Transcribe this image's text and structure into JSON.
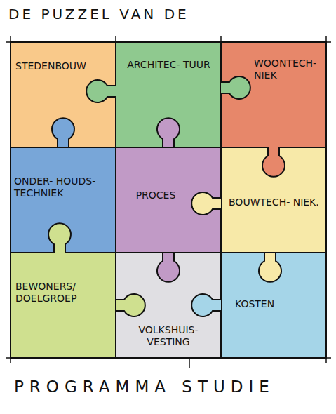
{
  "diagram": {
    "title": "DE PUZZEL VAN DE",
    "caption": "PROGRAMMA STUDIE",
    "nodes": [
      {
        "text": [
          "STEDENBOUW"
        ]
      },
      {
        "text": [
          "ARCHITEC- TUUR"
        ]
      },
      {
        "text": [
          "WOONTECH- NIEK"
        ]
      },
      {
        "text": [
          "ONDER- HOUDS- TECHNIEK"
        ]
      },
      {
        "text": [
          "PROCES"
        ]
      },
      {
        "text": [
          "BOUWTECH- NIEK."
        ]
      },
      {
        "text": [
          "BEWONERS/ DOELGROEP"
        ]
      },
      {
        "text": [
          "VOLKSHUIS- VESTING"
        ]
      },
      {
        "text": [
          "KOSTEN"
        ]
      }
    ]
  }
}
